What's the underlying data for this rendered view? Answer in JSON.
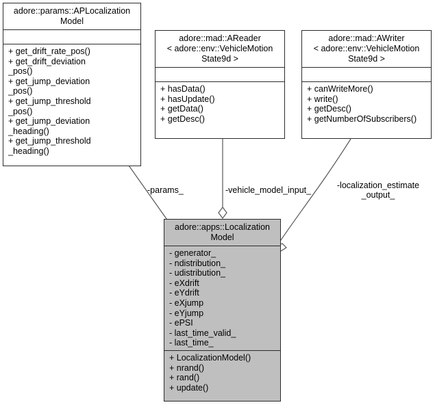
{
  "diagram": {
    "type": "uml-class-diagram",
    "background": "#ffffff",
    "line_color": "#2b2b2b",
    "highlight_fill": "#bfbfbf"
  },
  "classes": [
    {
      "id": "ap-localization-model",
      "name": "adore::params::APLocalization\nModel",
      "attributes": "",
      "methods": "+ get_drift_rate_pos()\n+ get_drift_deviation\n_pos()\n+ get_jump_deviation\n_pos()\n+ get_jump_threshold\n_pos()\n+ get_jump_deviation\n_heading()\n+ get_jump_threshold\n_heading()",
      "filled": false
    },
    {
      "id": "areader",
      "name": "adore::mad::AReader\n< adore::env::VehicleMotion\nState9d >",
      "attributes": "",
      "methods": "+ hasData()\n+ hasUpdate()\n+ getData()\n+ getDesc()",
      "filled": false
    },
    {
      "id": "awriter",
      "name": "adore::mad::AWriter\n< adore::env::VehicleMotion\nState9d >",
      "attributes": "",
      "methods": "+ canWriteMore()\n+ write()\n+ getDesc()\n+ getNumberOfSubscribers()",
      "filled": false
    },
    {
      "id": "localization-model",
      "name": "adore::apps::Localization\nModel",
      "attributes": "- generator_\n- ndistribution_\n- udistribution_\n- eXdrift\n- eYdrift\n- eXjump\n- eYjump\n- ePSI\n- last_time_valid_\n- last_time_",
      "methods": "+ LocalizationModel()\n+ nrand()\n+ rand()\n+ update()",
      "filled": true
    }
  ],
  "edges": [
    {
      "id": "params-edge",
      "label": "-params_",
      "from": "ap-localization-model",
      "to": "localization-model",
      "kind": "aggregation"
    },
    {
      "id": "vehicle-model-input-edge",
      "label": "-vehicle_model_input_",
      "from": "areader",
      "to": "localization-model",
      "kind": "aggregation"
    },
    {
      "id": "localization-estimate-output-edge",
      "label": "-localization_estimate\n_output_",
      "from": "awriter",
      "to": "localization-model",
      "kind": "aggregation"
    }
  ]
}
